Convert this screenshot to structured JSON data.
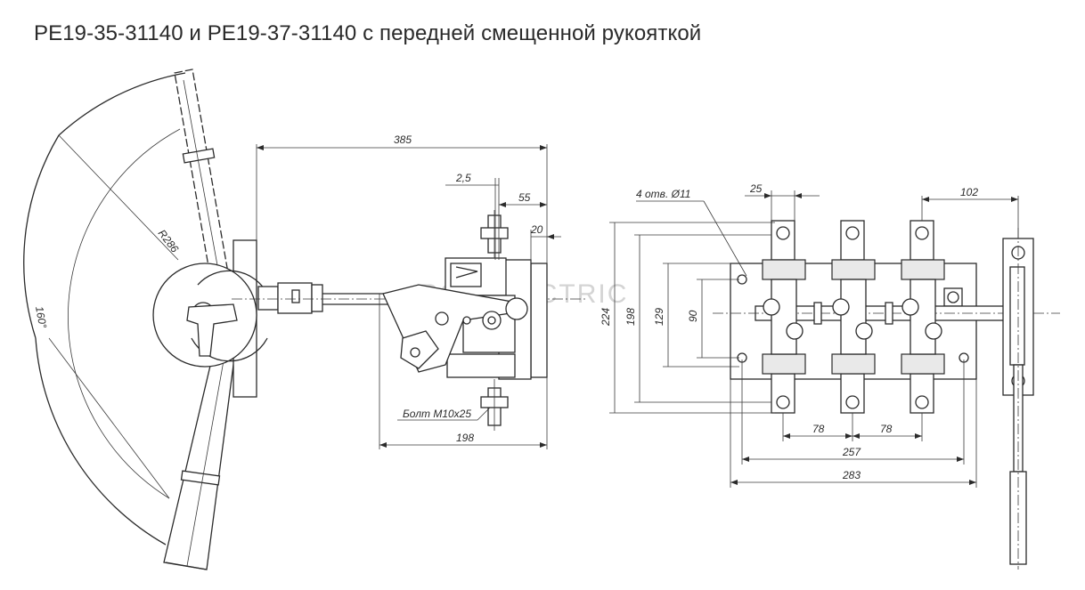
{
  "title": "РЕ19-35-31140 и РЕ19-37-31140 с передней смещенной рукояткой",
  "watermark": "ROSELECTRIC",
  "side_view": {
    "radius_label": "R286",
    "angle_label": "160°",
    "dim_385": "385",
    "dim_2_5": "2,5",
    "dim_55": "55",
    "dim_20": "20",
    "dim_198": "198",
    "bolt_label": "Болт М10х25"
  },
  "front_view": {
    "holes_label": "4 отв. Ø11",
    "dim_25": "25",
    "dim_102": "102",
    "dim_224": "224",
    "dim_198": "198",
    "dim_129": "129",
    "dim_90": "90",
    "dim_78a": "78",
    "dim_78b": "78",
    "dim_257": "257",
    "dim_283": "283"
  }
}
